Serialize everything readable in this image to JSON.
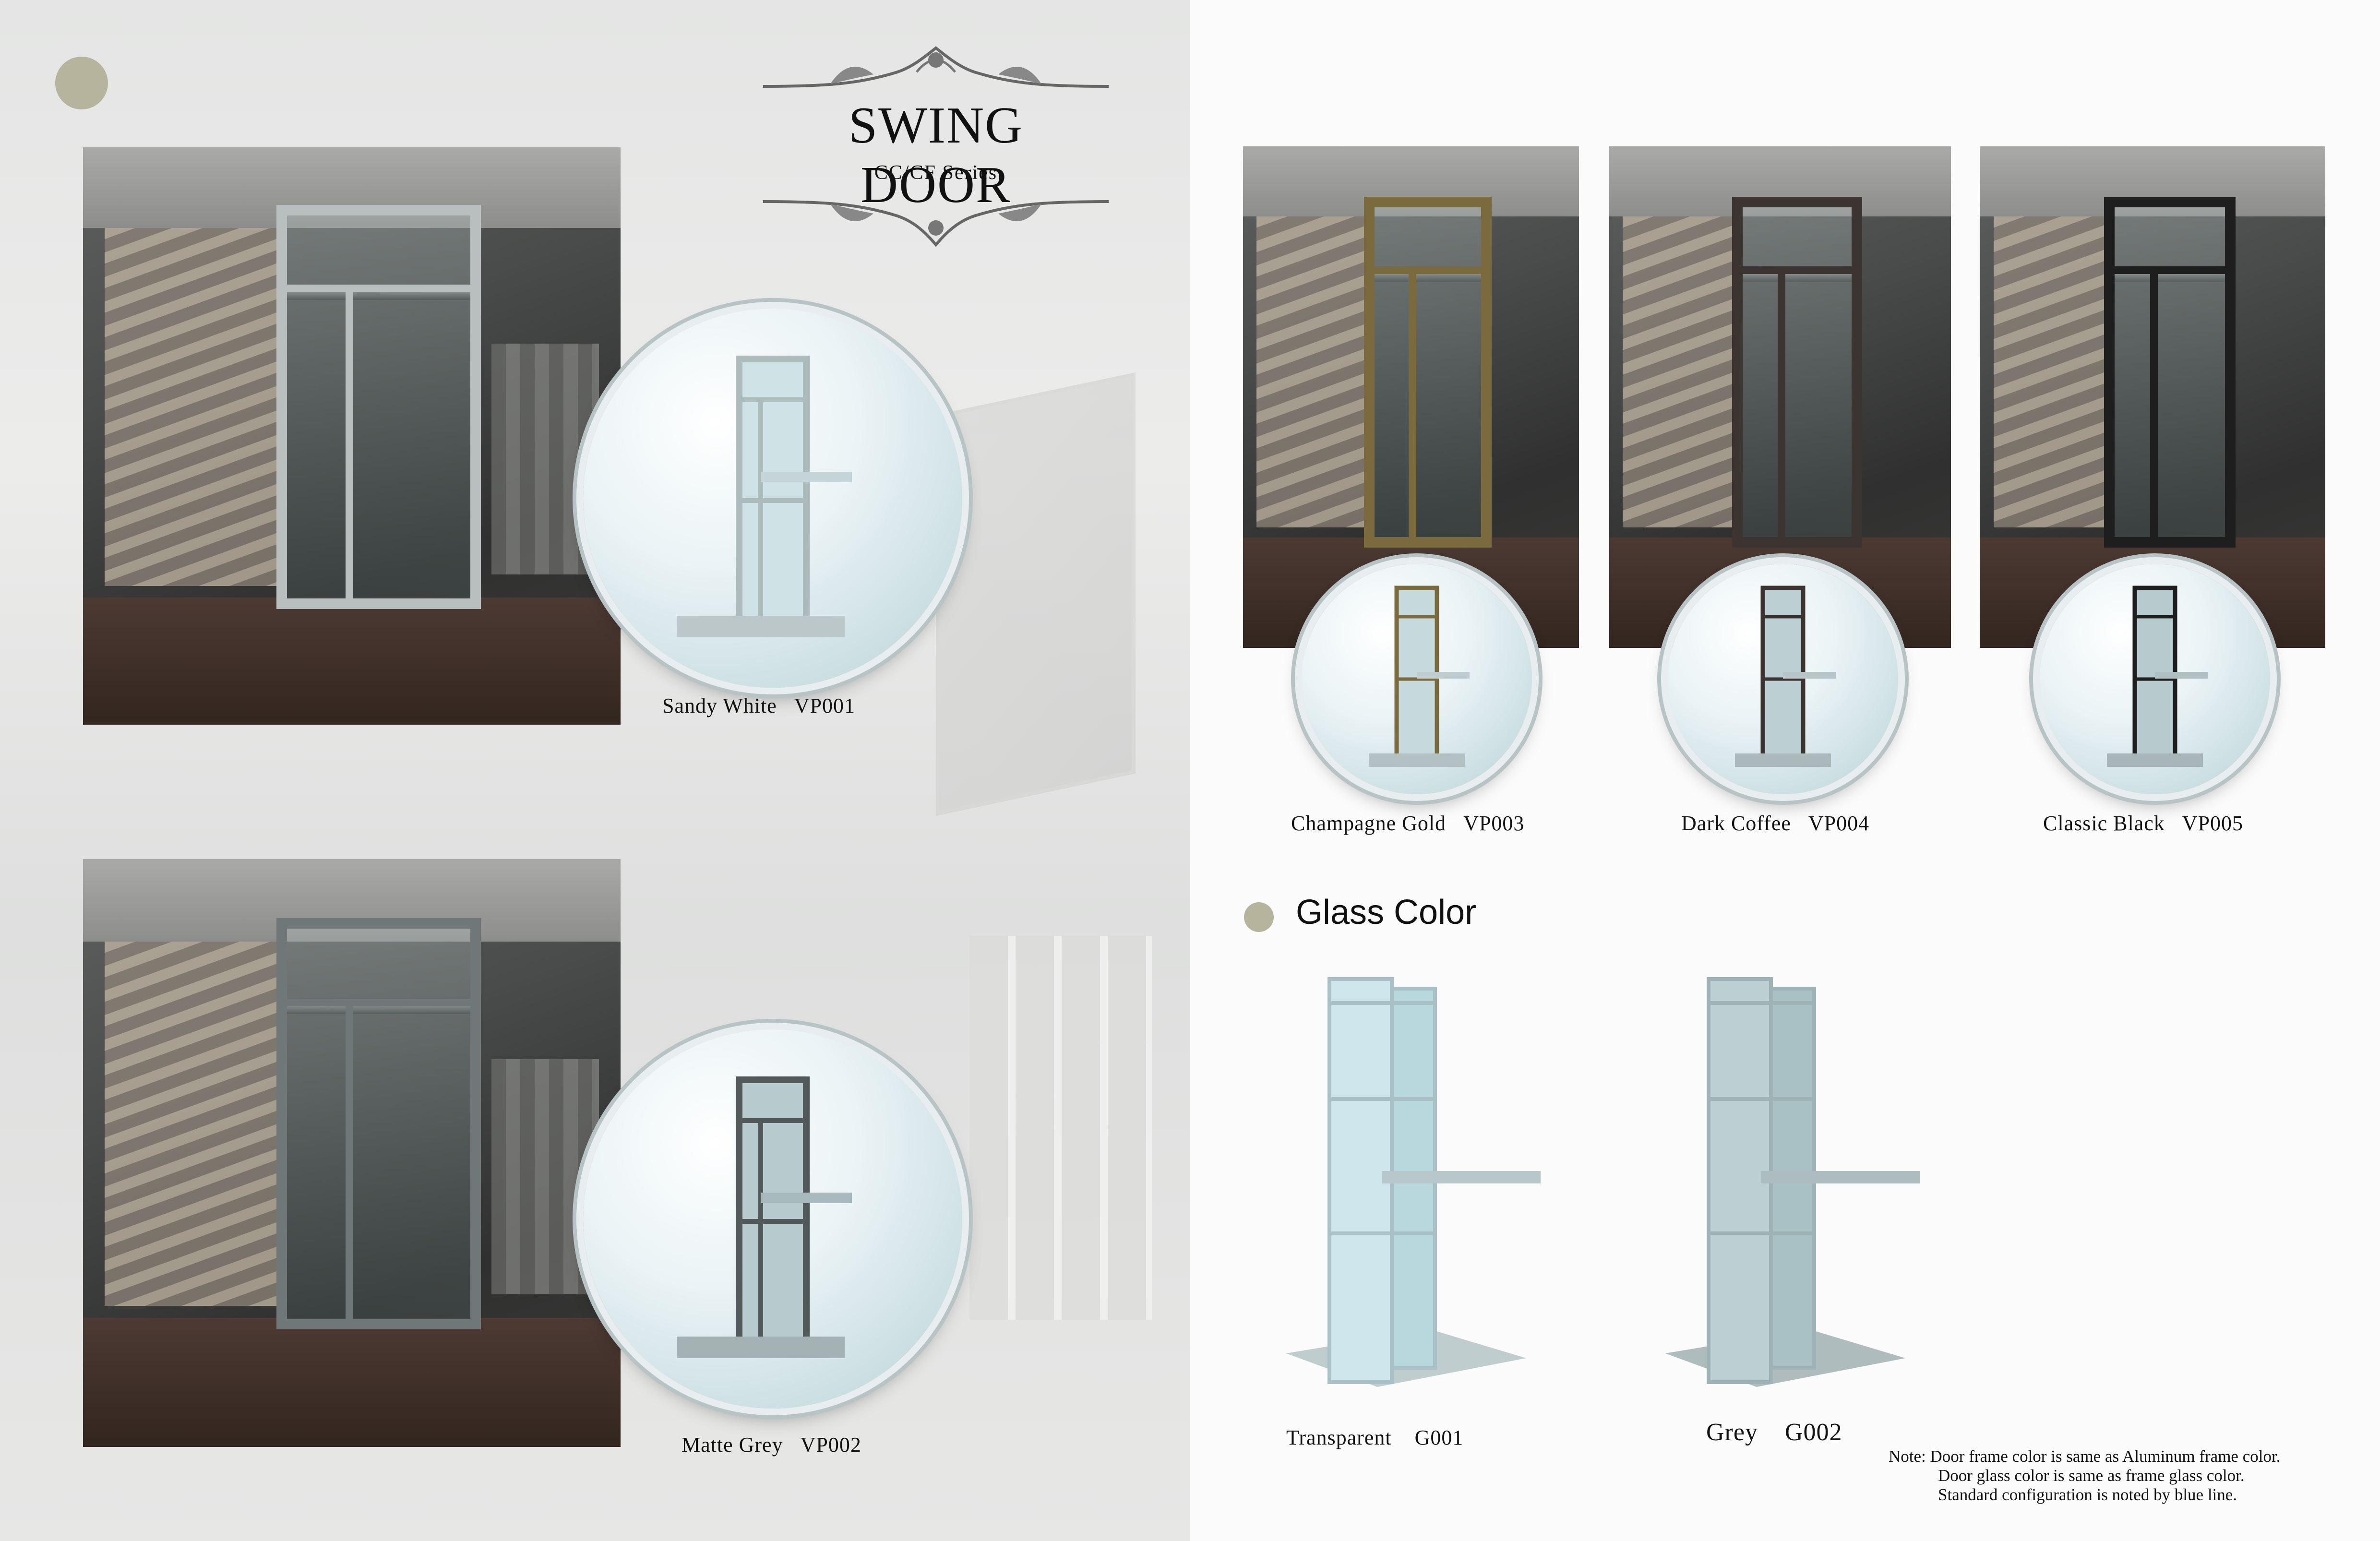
{
  "title": "SWING DOOR",
  "subtitle": "CC/CF  Series",
  "frame_colors": [
    {
      "name": "Sandy White",
      "code": "VP001",
      "color": "#b9bfbe"
    },
    {
      "name": "Matte Grey",
      "code": "VP002",
      "color": "#6f7778"
    },
    {
      "name": "Champagne Gold",
      "code": "VP003",
      "color": "#7a6a3e"
    },
    {
      "name": "Dark Coffee",
      "code": "VP004",
      "color": "#3b3430"
    },
    {
      "name": "Classic Black",
      "code": "VP005",
      "color": "#1e1e1e"
    }
  ],
  "glass_heading": "Glass Color",
  "glass_colors": [
    {
      "name": "Transparent",
      "code": "G001",
      "color": "#c9e3e8"
    },
    {
      "name": "Grey",
      "code": "G002",
      "color": "#b7c9cc"
    }
  ],
  "note": {
    "line1": "Note: Door frame color is same as Aluminum frame color.",
    "line2": "Door glass color is same as frame glass color.",
    "line3": "Standard configuration is noted by blue line."
  },
  "accent_color": "#b6b49c"
}
